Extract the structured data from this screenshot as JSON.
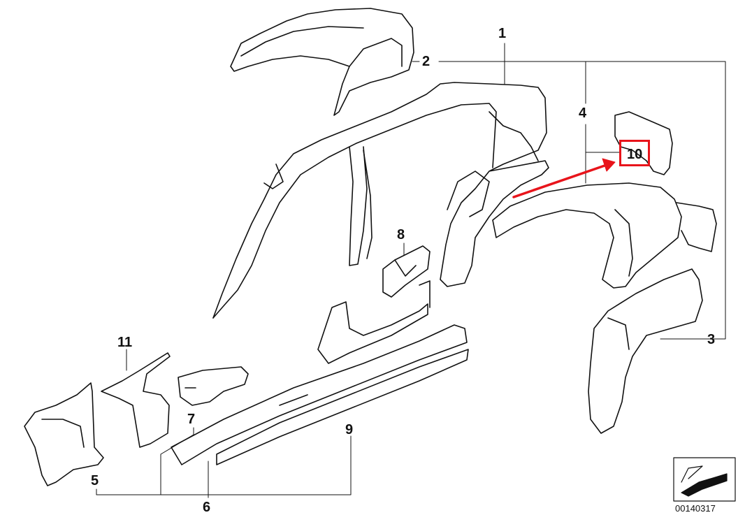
{
  "diagram": {
    "callouts": {
      "c1": "1",
      "c2": "2",
      "c3": "3",
      "c4": "4",
      "c5": "5",
      "c6": "6",
      "c7": "7",
      "c8": "8",
      "c9": "9",
      "c10": "10",
      "c11": "11"
    },
    "reference_id": "00140317",
    "highlight_color": "#e8141b",
    "line_color": "#111111"
  }
}
